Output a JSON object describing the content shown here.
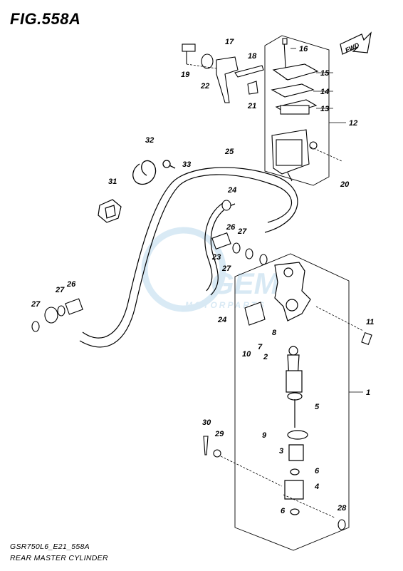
{
  "figure": {
    "title": "FIG.558A",
    "code": "GSR750L6_E21_558A",
    "name": "REAR MASTER CYLINDER",
    "fwd_label": "FWD"
  },
  "watermark": {
    "brand": "GEM",
    "tagline": "MOTORPARTS"
  },
  "callouts": [
    "1",
    "2",
    "3",
    "4",
    "5",
    "6",
    "6",
    "7",
    "8",
    "9",
    "10",
    "11",
    "12",
    "13",
    "14",
    "15",
    "16",
    "17",
    "18",
    "19",
    "20",
    "21",
    "22",
    "23",
    "24",
    "24",
    "25",
    "26",
    "26",
    "27",
    "27",
    "27",
    "28",
    "29",
    "30",
    "31",
    "32",
    "33"
  ],
  "colors": {
    "ink": "#000000",
    "watermark": "#b9d8ec"
  }
}
